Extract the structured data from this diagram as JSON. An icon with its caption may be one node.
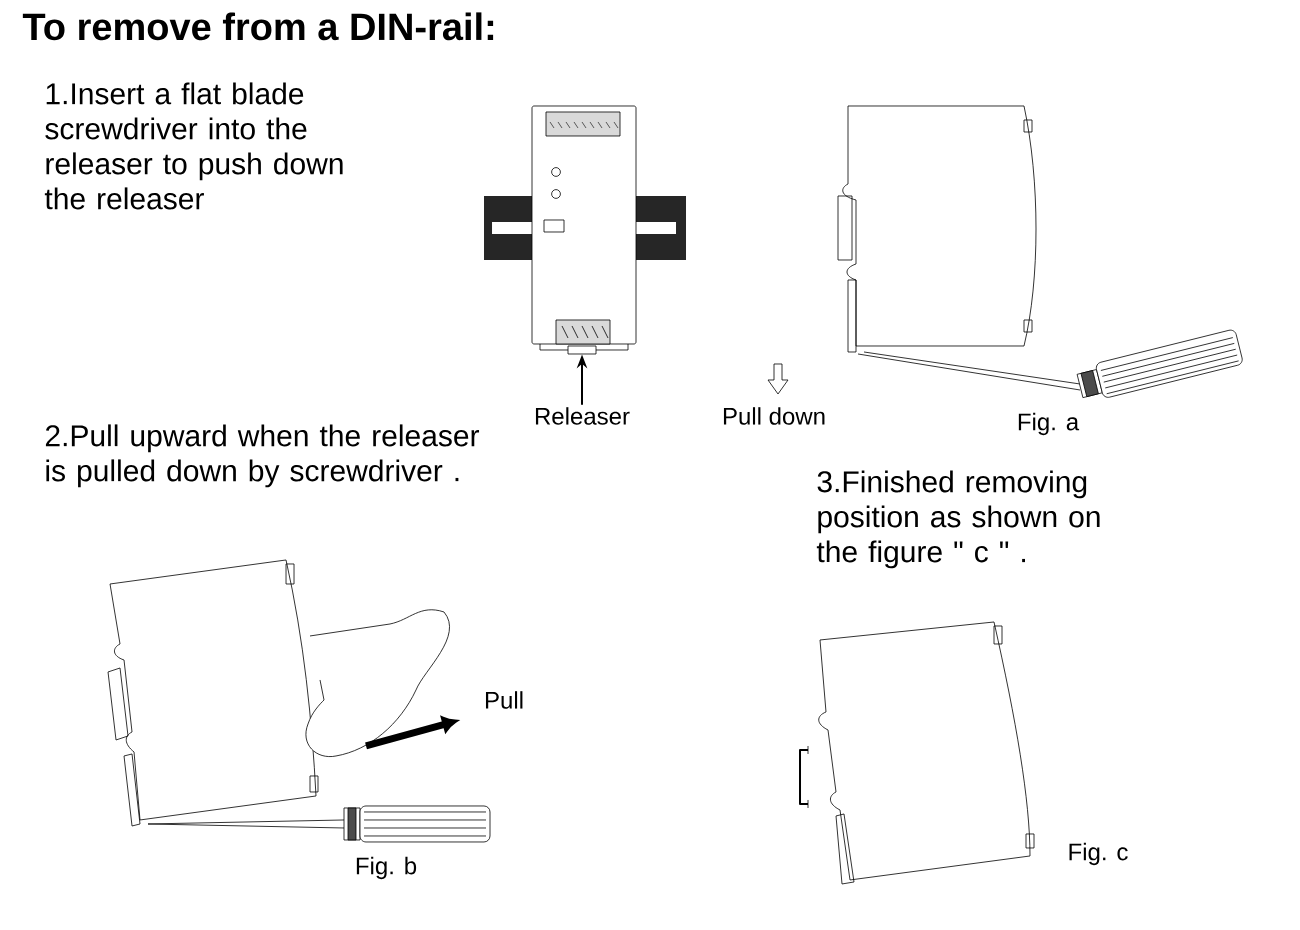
{
  "diagram": {
    "title": "To remove from a DIN-rail:",
    "nodes": [
      {
        "text": [
          "Releaser"
        ]
      },
      {
        "text": [],
        "shape": "box"
      }
    ],
    "edges": [
      {
        "from": 0,
        "to": 1,
        "arrow": "to"
      }
    ],
    "labels": [
      "1.Insert a flat blade screwdriver into the releaser to push down the releaser",
      "Pull down",
      "Fig. a",
      "2.Pull upward when the releaser is pulled down by screwdriver .",
      "3.Finished removing position as shown on the figure \" c \" .",
      "Pull",
      "Fig. b",
      "Fig. c"
    ]
  }
}
